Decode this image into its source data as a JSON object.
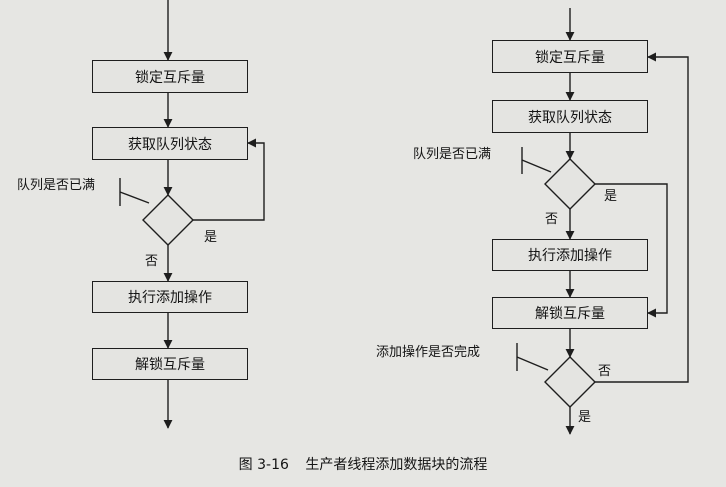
{
  "left_flow": {
    "steps": [
      "锁定互斥量",
      "获取队列状态",
      "执行添加操作",
      "解锁互斥量"
    ],
    "condition": "队列是否已满",
    "yes": "是",
    "no": "否"
  },
  "right_flow": {
    "steps": [
      "锁定互斥量",
      "获取队列状态",
      "执行添加操作",
      "解锁互斥量"
    ],
    "condition1": "队列是否已满",
    "condition2": "添加操作是否完成",
    "yes1": "是",
    "no1": "否",
    "yes2": "是",
    "no2": "否"
  },
  "caption": {
    "number": "图 3-16",
    "text": "生产者线程添加数据块的流程"
  }
}
